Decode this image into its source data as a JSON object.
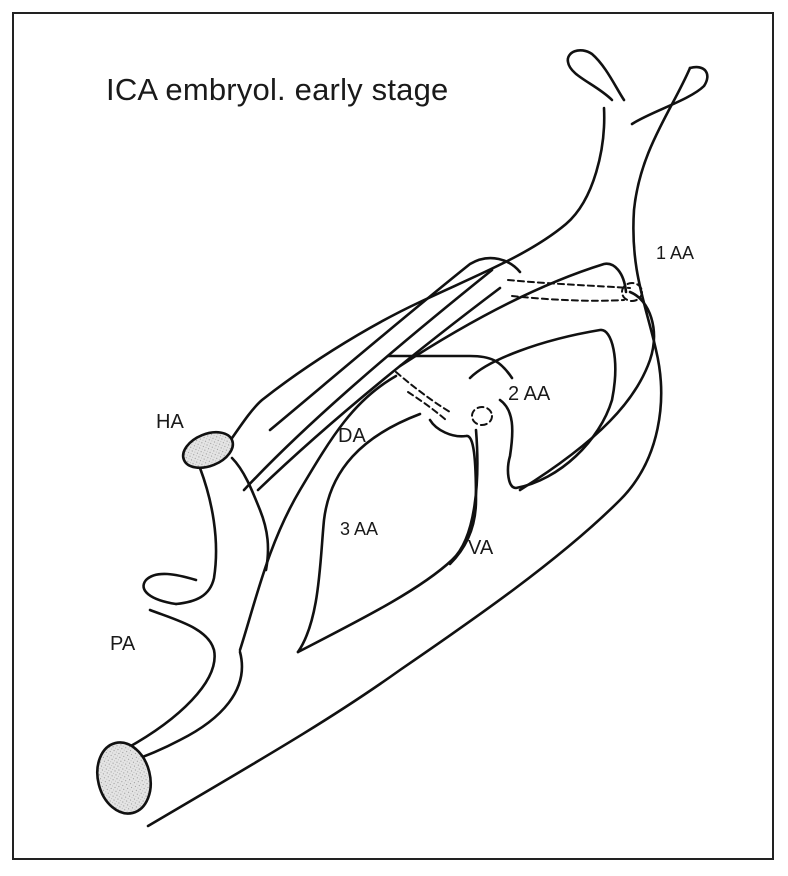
{
  "diagram": {
    "title": "ICA embryol. early stage",
    "labels": {
      "aa1": "1 AA",
      "aa2": "2 AA",
      "aa3": "3 AA",
      "ha": "HA",
      "da": "DA",
      "va": "VA",
      "pa": "PA"
    },
    "colors": {
      "stroke": "#111111",
      "cut_fill": "#d9d9d9",
      "background": "#ffffff"
    }
  }
}
